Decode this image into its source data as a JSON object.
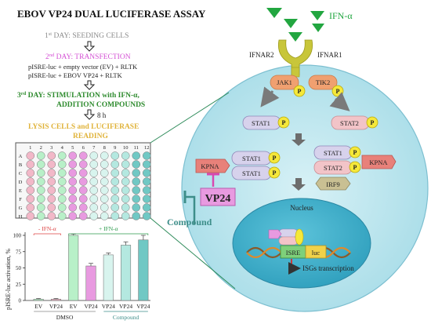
{
  "figure": {
    "title": "EBOV VP24 DUAL LUCIFERASE ASSAY",
    "steps": {
      "day1": {
        "ord": "1",
        "sup": "st",
        "text": " DAY:  SEEDING CELLS"
      },
      "day2": {
        "ord": "2",
        "sup": "nd",
        "text": " DAY:  TRANSFECTION"
      },
      "day2_line1": "pISRE-luc + empty vector  (EV) + RLTK",
      "day2_line2": "pISRE-luc + EBOV VP24 + RLTK",
      "day3": {
        "ord": "3",
        "sup": "rd",
        "text": " DAY: STIMULATION  with  IFN-α,"
      },
      "day3_line2": "ADDITION COMPOUNDS",
      "wait": "8 h",
      "lysis_line1": "LYSIS CELLS  and LUCIFERASE",
      "lysis_line2": "READING"
    },
    "plate": {
      "columns": [
        "1",
        "2",
        "3",
        "4",
        "5",
        "6",
        "7",
        "8",
        "9",
        "10",
        "11",
        "12"
      ],
      "rows": [
        "A",
        "B",
        "C",
        "D",
        "E",
        "F",
        "G",
        "H"
      ],
      "column_colors": [
        "#f2b8c8",
        "#b8f0c8",
        "#f2b8c8",
        "#b8f0c8",
        "#e89ae0",
        "#e89ae0",
        "#d8f4ee",
        "#d8f4ee",
        "#b4e8e0",
        "#b4e8e0",
        "#70c8c4",
        "#70c8c4"
      ],
      "edge_color": "#ffffff"
    },
    "pathway": {
      "ifn_label": "IFN-α",
      "receptor_left": "IFNAR2",
      "receptor_right": "IFNAR1",
      "jak1": "JAK1",
      "tik2": "TIK2",
      "phospho": "P",
      "stat1": "STAT1",
      "stat2": "STAT2",
      "kpna": "KPNA",
      "irf9": "IRF9",
      "vp24": "VP24",
      "compound": "Compound",
      "nucleus": "Nucleus",
      "isre": "ISRE",
      "luc": "luc",
      "isgs": "ISGs transcription"
    }
  },
  "chart_data": {
    "type": "bar",
    "ylabel": "pISRE-luc activation, %",
    "ylim": [
      0,
      100
    ],
    "yticks": [
      0,
      25,
      50,
      75,
      100
    ],
    "categories": [
      "EV",
      "VP24",
      "EV",
      "VP24",
      "VP24",
      "VP24",
      "VP24"
    ],
    "values": [
      2,
      2,
      100,
      53,
      70,
      85,
      93
    ],
    "errors": [
      1,
      1,
      2,
      4,
      3,
      5,
      7
    ],
    "colors": [
      "#b8f0c8",
      "#f2b8c8",
      "#b8f0c8",
      "#e89ae0",
      "#d8f4ee",
      "#b4e8e0",
      "#70c8c4"
    ],
    "bracket_minus_ifn": "- IFN-α",
    "bracket_plus_ifn": "+ IFN-α",
    "group_dmso": "DMSO",
    "group_compound": "Compound"
  }
}
